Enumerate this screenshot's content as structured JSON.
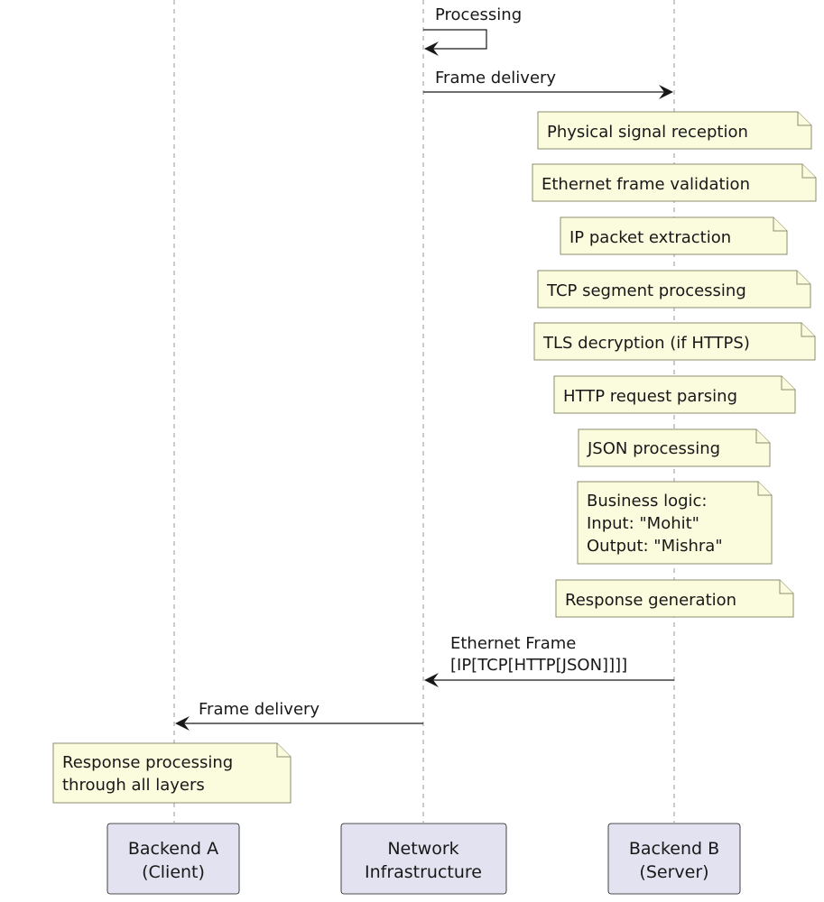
{
  "diagram": {
    "type": "sequence",
    "participants": [
      {
        "id": "A",
        "lines": [
          "Backend A",
          "(Client)"
        ]
      },
      {
        "id": "N",
        "lines": [
          "Network",
          "Infrastructure"
        ]
      },
      {
        "id": "B",
        "lines": [
          "Backend B",
          "(Server)"
        ]
      }
    ],
    "messages": [
      {
        "from": "N",
        "to": "N",
        "lines": [
          "Processing"
        ],
        "kind": "self"
      },
      {
        "from": "N",
        "to": "B",
        "lines": [
          "Frame delivery"
        ]
      },
      {
        "from": "B",
        "to": "N",
        "lines": [
          "Ethernet Frame",
          "[IP[TCP[HTTP[JSON]]]]"
        ]
      },
      {
        "from": "N",
        "to": "A",
        "lines": [
          "Frame delivery"
        ]
      }
    ],
    "notes": [
      {
        "over": "B",
        "lines": [
          "Physical signal reception"
        ]
      },
      {
        "over": "B",
        "lines": [
          "Ethernet frame validation"
        ]
      },
      {
        "over": "B",
        "lines": [
          "IP packet extraction"
        ]
      },
      {
        "over": "B",
        "lines": [
          "TCP segment processing"
        ]
      },
      {
        "over": "B",
        "lines": [
          "TLS decryption (if HTTPS)"
        ]
      },
      {
        "over": "B",
        "lines": [
          "HTTP request parsing"
        ]
      },
      {
        "over": "B",
        "lines": [
          "JSON processing"
        ]
      },
      {
        "over": "B",
        "lines": [
          "Business logic:",
          "Input: \"Mohit\"",
          "Output: \"Mishra\""
        ]
      },
      {
        "over": "B",
        "lines": [
          "Response generation"
        ]
      },
      {
        "over": "A",
        "lines": [
          "Response processing",
          "through all layers"
        ]
      }
    ],
    "colors": {
      "note_fill": "#fbfbde",
      "note_border": "#8d8d6e",
      "participant_fill": "#e2e2f0",
      "line": "#181818",
      "lifeline": "#9a9a9a"
    }
  }
}
